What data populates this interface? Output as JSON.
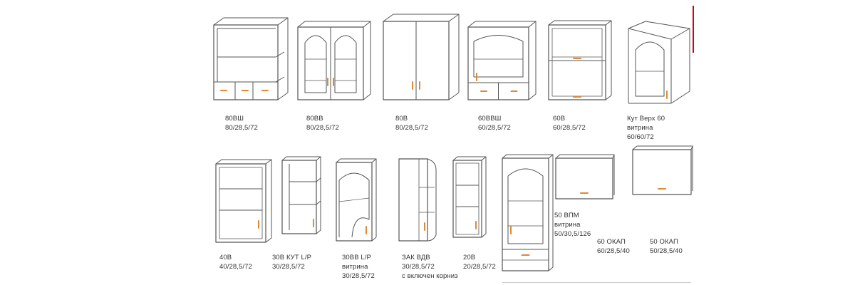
{
  "accent_color": "#d0021b",
  "line_color": "#555555",
  "handle_color": "#d98a3a",
  "cabinets": [
    {
      "code": "80ВШ",
      "size": "80/28,5/72"
    },
    {
      "code": "80ВВ",
      "size": "80/28,5/72"
    },
    {
      "code": "80В",
      "size": "80/28,5/72"
    },
    {
      "code": "60ВВШ",
      "size": "60/28,5/72"
    },
    {
      "code": "60В",
      "size": "60/28,5/72"
    },
    {
      "code": "Кут Верх 60",
      "sub": "витрина",
      "size": "60/60/72"
    },
    {
      "code": "40В",
      "size": "40/28,5/72"
    },
    {
      "code": "30В КУТ L/P",
      "size": "30/28,5/72"
    },
    {
      "code": "30ВВ L/P",
      "sub": "витрина",
      "size": "30/28,5/72"
    },
    {
      "code": "ЗАК ВДВ",
      "size": "30/28,5/72",
      "extra": "с включен корниз"
    },
    {
      "code": "20В",
      "size": "20/28,5/72"
    },
    {
      "code": "50 ВПМ",
      "sub": "витрина",
      "size": "50/30,5/126"
    },
    {
      "code": "60 ОКАП",
      "size": "60/28,5/40"
    },
    {
      "code": "50 ОКАП",
      "size": "50/28,5/40"
    }
  ]
}
